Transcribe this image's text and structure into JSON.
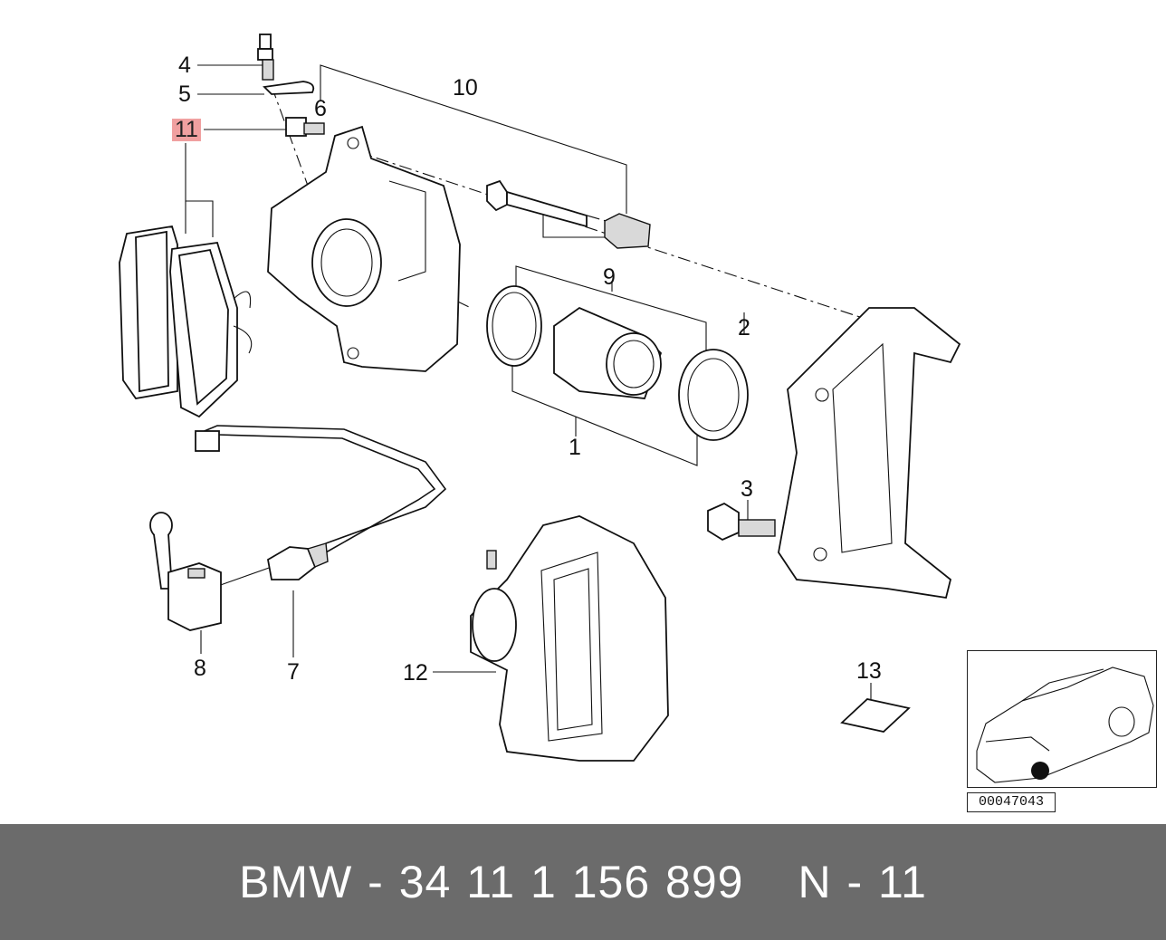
{
  "callouts": {
    "c1": "1",
    "c2": "2",
    "c3": "3",
    "c4": "4",
    "c5": "5",
    "c6": "6",
    "c7": "7",
    "c8": "8",
    "c9": "9",
    "c10": "10",
    "c11": "11",
    "c12": "12",
    "c13": "13"
  },
  "highlighted_callout": "11",
  "reference_code": "00047043",
  "footer": {
    "part_number": "BMW - 34 11 1 156 899",
    "position": "N - 11"
  },
  "colors": {
    "highlight": "#f0a0a0",
    "footer_bg": "#6b6b6b",
    "footer_text": "#ffffff",
    "line": "#111111"
  }
}
